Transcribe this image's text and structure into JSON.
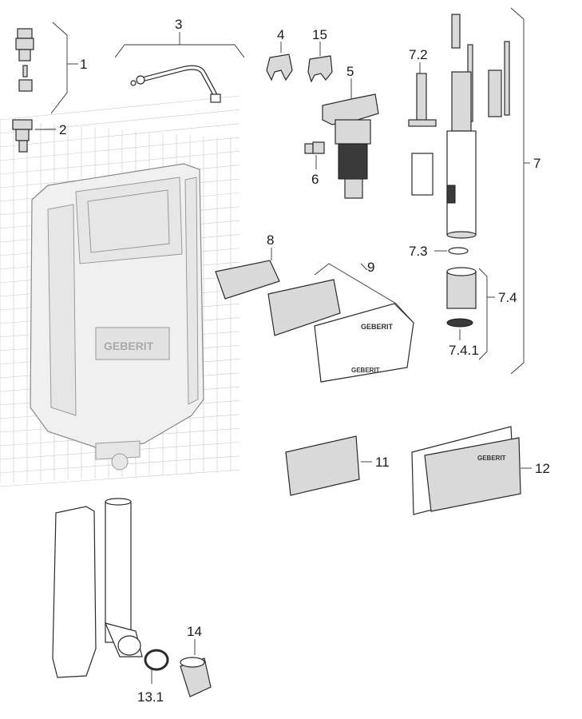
{
  "diagram": {
    "brand_marks": {
      "cistern": "GEBERIT",
      "plate_9_top": "GEBERIT",
      "plate_9_bottom": "GEBERIT",
      "plate_12": "GEBERIT"
    },
    "callouts": [
      {
        "id": "1",
        "label": "1"
      },
      {
        "id": "2",
        "label": "2"
      },
      {
        "id": "3",
        "label": "3"
      },
      {
        "id": "4",
        "label": "4"
      },
      {
        "id": "15",
        "label": "15"
      },
      {
        "id": "5",
        "label": "5"
      },
      {
        "id": "6",
        "label": "6"
      },
      {
        "id": "7.2",
        "label": "7.2"
      },
      {
        "id": "7",
        "label": "7"
      },
      {
        "id": "7.3",
        "label": "7.3"
      },
      {
        "id": "7.4",
        "label": "7.4"
      },
      {
        "id": "7.4.1",
        "label": "7.4.1"
      },
      {
        "id": "8",
        "label": "8"
      },
      {
        "id": "9",
        "label": "9"
      },
      {
        "id": "11",
        "label": "11"
      },
      {
        "id": "12",
        "label": "12"
      },
      {
        "id": "13.1",
        "label": "13.1"
      },
      {
        "id": "14",
        "label": "14"
      }
    ]
  }
}
